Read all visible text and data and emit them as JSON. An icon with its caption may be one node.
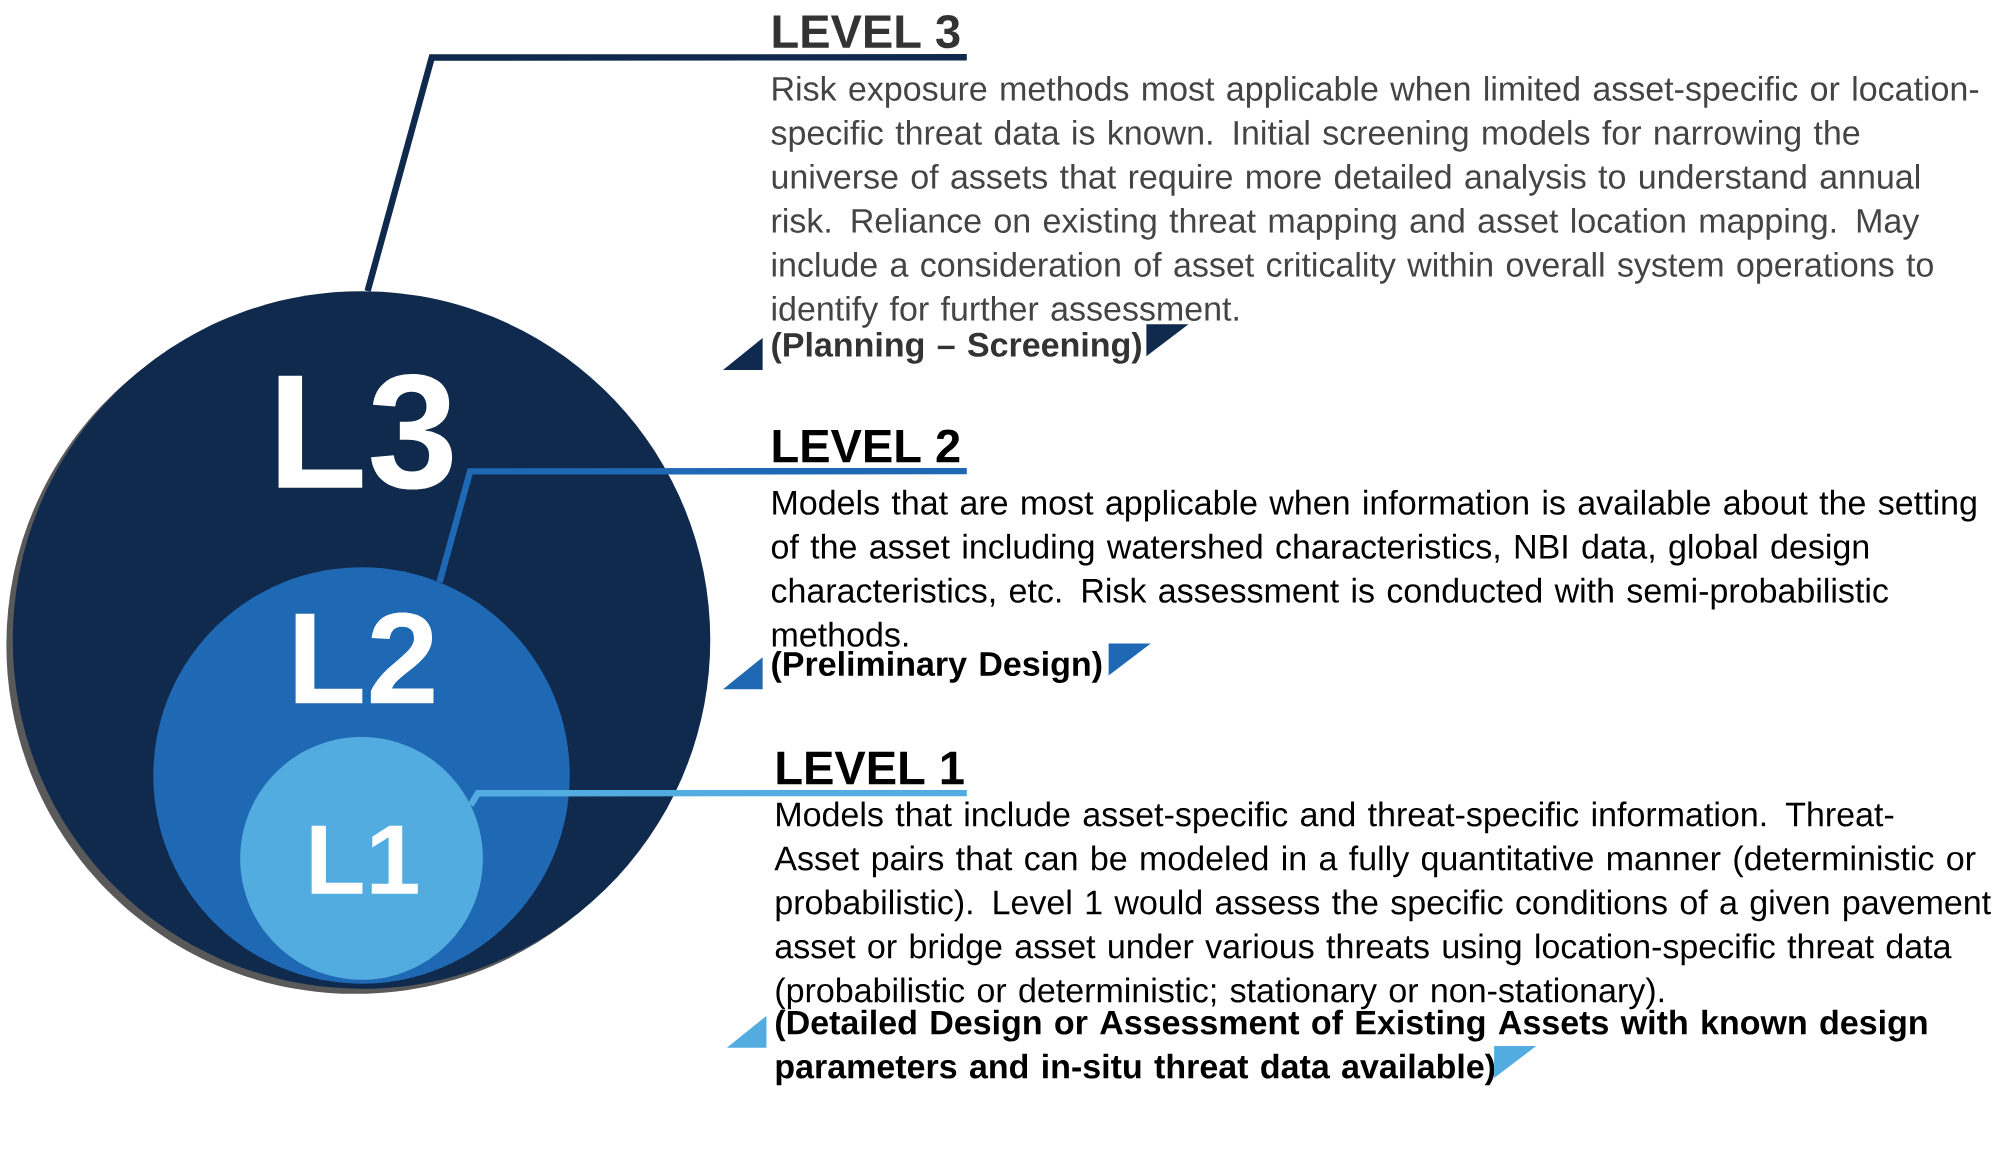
{
  "diagram": {
    "nodes": [
      {
        "text": [
          "L3"
        ]
      },
      {
        "text": [
          "L2"
        ],
        "in": 0
      },
      {
        "text": [
          "L1"
        ],
        "in": 1
      },
      {
        "text": [
          "LEVEL 3",
          "Risk exposure methods most applicable when limited asset-specific or location-specific threat data is known. Initial screening models for narrowing the universe of assets that require more detailed analysis to understand annual risk. Reliance on existing threat mapping and asset location mapping. May include a consideration of asset criticality within overall system operations to identify for further assessment.",
          "(Planning – Screening)"
        ]
      },
      {
        "text": [
          "LEVEL 2",
          "Models that are most applicable when information is available about the setting of the asset including watershed characteristics, NBI data, global design characteristics, etc. Risk assessment is conducted with semi-probabilistic methods.",
          "(Preliminary Design)"
        ]
      },
      {
        "text": [
          "LEVEL 1",
          "Models that include asset-specific and threat-specific information. Threat-Asset pairs that can be modeled in a fully quantitative manner (deterministic or probabilistic). Level 1 would assess the specific conditions of a given pavement asset or bridge asset under various threats using location-specific threat data (probabilistic or deterministic; stationary or non-stationary).",
          "(Detailed Design or Assessment of Existing Assets with known design parameters and in-situ threat data available)"
        ]
      }
    ],
    "edges": [
      {
        "from": 0,
        "to": 3,
        "arrow": "none",
        "color": "#0f2a4d"
      },
      {
        "from": 1,
        "to": 4,
        "arrow": "none",
        "color": "#1f68b3"
      },
      {
        "from": 2,
        "to": 5,
        "arrow": "none",
        "color": "#52ace0"
      }
    ]
  }
}
